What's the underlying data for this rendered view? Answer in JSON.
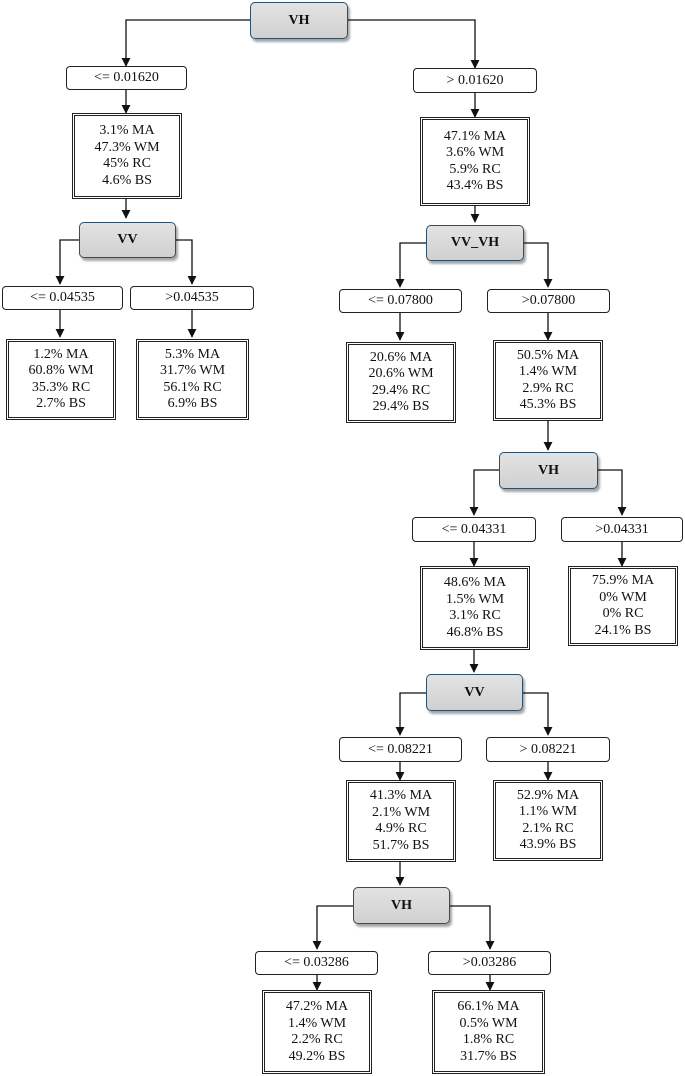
{
  "tree": {
    "n0": {
      "split": "VH"
    },
    "c1": {
      "text": "<= 0.01620"
    },
    "c2": {
      "text": "> 0.01620"
    },
    "s1": {
      "lines": [
        "3.1% MA",
        "47.3% WM",
        "45% RC",
        "4.6% BS"
      ]
    },
    "s2": {
      "lines": [
        "47.1% MA",
        "3.6% WM",
        "5.9% RC",
        "43.4% BS"
      ]
    },
    "n1": {
      "split": "VV"
    },
    "n2": {
      "split": "VV_VH"
    },
    "c3": {
      "text": "<= 0.04535"
    },
    "c4": {
      "text": ">0.04535"
    },
    "c5": {
      "text": "<= 0.07800"
    },
    "c6": {
      "text": ">0.07800"
    },
    "s3": {
      "lines": [
        "1.2% MA",
        "60.8% WM",
        "35.3% RC",
        "2.7% BS"
      ]
    },
    "s4": {
      "lines": [
        "5.3% MA",
        "31.7% WM",
        "56.1% RC",
        "6.9% BS"
      ]
    },
    "s5": {
      "lines": [
        "20.6% MA",
        "20.6% WM",
        "29.4% RC",
        "29.4% BS"
      ]
    },
    "s6": {
      "lines": [
        "50.5% MA",
        "1.4% WM",
        "2.9% RC",
        "45.3% BS"
      ]
    },
    "n3": {
      "split": "VH"
    },
    "c7": {
      "text": "<= 0.04331"
    },
    "c8": {
      "text": ">0.04331"
    },
    "s7": {
      "lines": [
        "48.6% MA",
        "1.5% WM",
        "3.1% RC",
        "46.8% BS"
      ]
    },
    "s8": {
      "lines": [
        "75.9% MA",
        "0% WM",
        "0% RC",
        "24.1% BS"
      ]
    },
    "n4": {
      "split": "VV"
    },
    "c9": {
      "text": "<= 0.08221"
    },
    "c10": {
      "text": "> 0.08221"
    },
    "s9": {
      "lines": [
        "41.3% MA",
        "2.1% WM",
        "4.9% RC",
        "51.7% BS"
      ]
    },
    "s10": {
      "lines": [
        "52.9% MA",
        "1.1% WM",
        "2.1% RC",
        "43.9% BS"
      ]
    },
    "n5": {
      "split": "VH"
    },
    "c11": {
      "text": "<= 0.03286"
    },
    "c12": {
      "text": ">0.03286"
    },
    "s11": {
      "lines": [
        "47.2% MA",
        "1.4% WM",
        "2.2% RC",
        "49.2% BS"
      ]
    },
    "s12": {
      "lines": [
        "66.1% MA",
        "0.5% WM",
        "1.8% RC",
        "31.7% BS"
      ]
    }
  }
}
